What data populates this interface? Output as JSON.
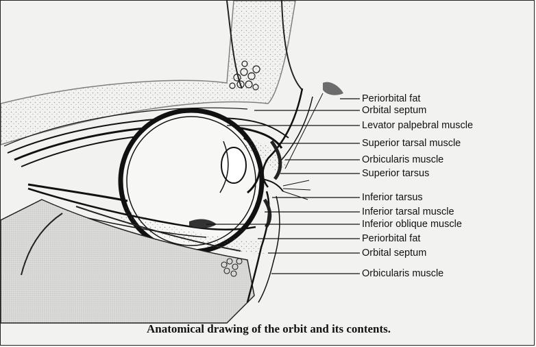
{
  "labels": {
    "periorbital_fat_top": "Periorbital fat",
    "orbital_septum_top": "Orbital septum",
    "levator": "Levator palpebral muscle",
    "superior_tarsal": "Superior tarsal muscle",
    "orbicularis_top": "Orbicularis muscle",
    "superior_tarsus": "Superior tarsus",
    "inferior_tarsus": "Inferior tarsus",
    "inferior_tarsal": "Inferior tarsal muscle",
    "inferior_oblique": "Inferior oblique muscle",
    "periorbital_fat_bottom": "Periorbital fat",
    "orbital_septum_bottom": "Orbital septum",
    "orbicularis_bottom": "Orbicularis muscle"
  },
  "caption": "Anatomical drawing of the orbit and its contents.",
  "colors": {
    "ink": "#111111",
    "paper": "#f2f2f0",
    "bone": "#d6d6d4"
  }
}
